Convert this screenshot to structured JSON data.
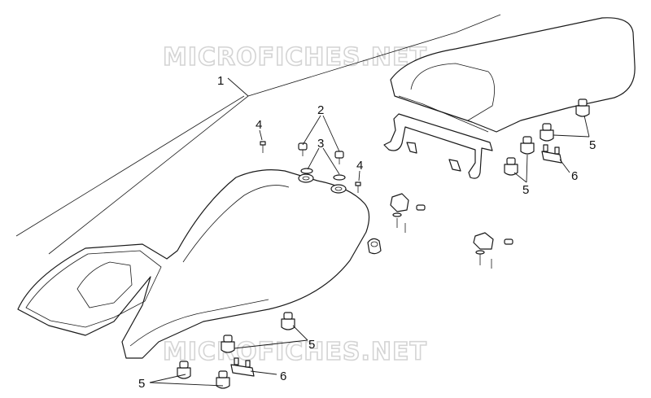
{
  "watermark": {
    "top": "MICROFICHES.NET",
    "bottom": "MICROFICHES.NET"
  },
  "callouts": {
    "c1": "1",
    "c2": "2",
    "c3": "3",
    "c4a": "4",
    "c4b": "4",
    "c5a": "5",
    "c5b": "5",
    "c5c": "5",
    "c5d": "5",
    "c6a": "6",
    "c6b": "6"
  },
  "colors": {
    "line": "#1a1a1a",
    "watermark": "#d4d4d4",
    "background": "#ffffff"
  }
}
